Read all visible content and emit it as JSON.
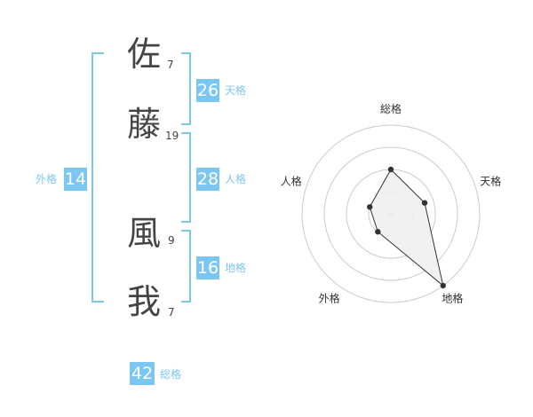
{
  "name_chars": [
    {
      "char": "佐",
      "strokes": "7"
    },
    {
      "char": "藤",
      "strokes": "19"
    },
    {
      "char": "風",
      "strokes": "9"
    },
    {
      "char": "我",
      "strokes": "7"
    }
  ],
  "tenkaku": {
    "value": "26",
    "label": "天格"
  },
  "jinkaku": {
    "value": "28",
    "label": "人格"
  },
  "chikaku": {
    "value": "16",
    "label": "地格"
  },
  "gaikaku": {
    "value": "14",
    "label": "外格"
  },
  "soukaku": {
    "value": "42",
    "label": "総格"
  },
  "chart_data": {
    "type": "radar",
    "axes": [
      "総格",
      "天格",
      "地格",
      "外格",
      "人格"
    ],
    "values": [
      0.5,
      0.4,
      1.0,
      0.25,
      0.25
    ],
    "rings": 4,
    "title": "",
    "colors": {
      "fill": "#f0f0f0",
      "line": "#333333",
      "ring": "#cccccc"
    }
  },
  "colors": {
    "accent": "#7cc7f2",
    "text": "#444444"
  }
}
